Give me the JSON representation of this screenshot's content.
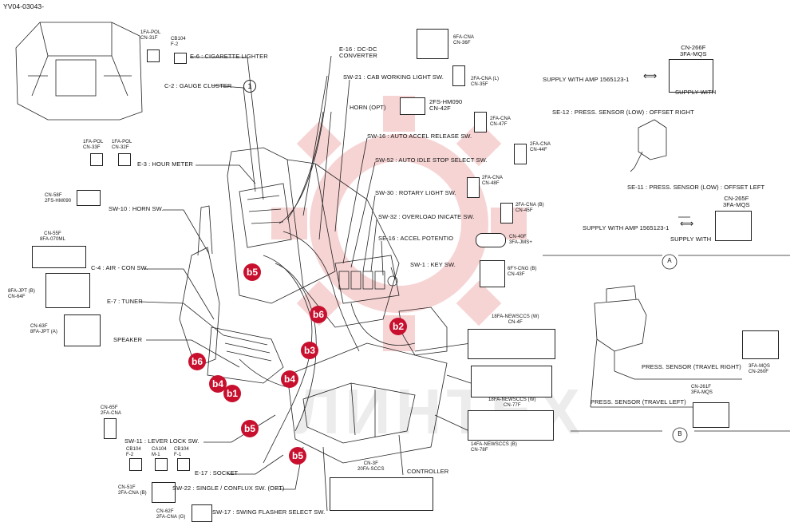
{
  "doc_id": "YV04-03043-",
  "watermark": "ЛИНТЕХ",
  "brand_color": "#c8102e",
  "labels": {
    "cn31f": "1FA-POL\nCN-31F",
    "cb104": "CB104\nF-2",
    "e6": "E-6 : CIGARETTE LIGHTER",
    "c2": "C-2 : GAUGE CLUSTER",
    "circle1": "1",
    "e16": "E-16 : DC-DC\nCONVERTER",
    "sw21": "SW-21 : CAB WORKING LIGHT SW.",
    "cn36f": "6FA-CNA\nCN-36F",
    "cn35f": "2FA-CNA (L)\nCN-35F",
    "horn_opt": "HORN (OPT)",
    "cn42f": "2FS-HM090\nCN-42F",
    "cn47f": "2FA-CNA\nCN-47F",
    "sw16": "SW-16 : AUTO ACCEL RELEASE SW.",
    "cn44f": "2FA-CNA\nCN-44F",
    "sw52": "SW-52 : AUTO IDLE STOP SELECT SW.",
    "cn48f": "2FA-CNA\nCN-48F",
    "sw30": "SW-30 : ROTARY LIGHT SW.",
    "cn45f": "2FA-CNA (B)\nCN-45F",
    "sw32": "SW-32 : OVERLOAD INICATE SW.",
    "se16": "SE-16 : ACCEL POTENTIO",
    "cn40f": "CN-40F\n3FA-JMS+",
    "sw1": "SW-1 : KEY SW.",
    "cn43f": "6FY-CNG (B)\nCN-43F",
    "cn4f": "18FA-NEWSCCS (W)\nCN-4F",
    "cn77f": "18FA-NEWSCCS (W)\nCN-77F",
    "cn78f": "14FA-NEWSCCS (B)\nCN-78F",
    "cn3f": "CN-3F\n20FA-SCCS",
    "controller": "CONTROLLER",
    "cn33f": "1FA-POL\nCN-33F",
    "cn32f": "1FA-POL\nCN-32F",
    "e3": "E-3 : HOUR METER",
    "cn58f": "CN-58F\n2FS-HM090",
    "sw10": "SW-10 : HORN SW.",
    "cn55f": "CN-55F\n8FA-070ML",
    "c4": "C-4 : AIR - CON SW.",
    "cn64f": "8FA-JPT (B)\nCN-64F",
    "e7": "E-7 : TUNER",
    "cn63f": "CN-63F\n8FA-JPT (A)",
    "speaker": "SPEAKER",
    "cn65f": "CN-65F\n2FA-CNA",
    "sw11": "SW-11 : LEVER LOCK SW.",
    "cb104b": "CB104\nF-2",
    "ca104": "CA104\nM-1",
    "cb104c": "CB104\nF-1",
    "e17": "E-17 : SOCKET",
    "cn51f": "CN-51F\n2FA-CNA (B)",
    "sw22": "SW-22 : SINGLE / CONFLUX SW. (OPT)",
    "cn62f": "CN-62F\n2FA-CNA (G)",
    "sw17": "SW-17 : SWING FLASHER SELECT SW.",
    "cn266f": "CN-266F\n3FA-MQS",
    "amp1": "SUPPLY WITH AMP 1565123-1",
    "supply_with1": "SUPPLY WITH",
    "se12": "SE-12 : PRESS. SENSOR (LOW) : OFFSET RIGHT",
    "se11": "SE-11 : PRESS. SENSOR (LOW) : OFFSET LEFT",
    "cn265f": "CN-265F\n3FA-MQS",
    "amp2": "SUPPLY WITH AMP 1565123-1",
    "supply_with2": "SUPPLY WITH",
    "circleA": "A",
    "press_right": "PRESS. SENSOR (TRAVEL RIGHT)",
    "cn260f": "3FA-MQS\nCN-260F",
    "cn261f": "CN-261F\n3FA-MQS",
    "press_left": "PRESS. SENSOR (TRAVEL LEFT)",
    "circleB": "B"
  },
  "markers": [
    "b5",
    "b6",
    "b2",
    "b3",
    "b6",
    "b4",
    "b4",
    "b1",
    "b5",
    "b5"
  ]
}
